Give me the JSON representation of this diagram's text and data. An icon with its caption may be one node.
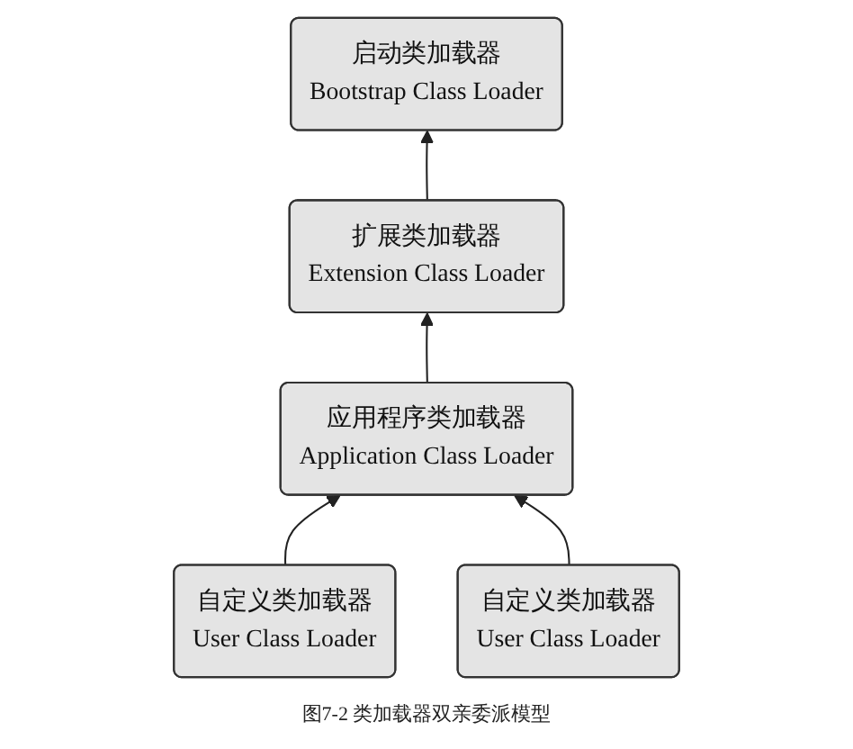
{
  "diagram": {
    "caption": "图7-2 类加载器双亲委派模型",
    "nodes": [
      {
        "text": [
          "启动类加载器",
          "Bootstrap Class Loader"
        ]
      },
      {
        "text": [
          "扩展类加载器",
          "Extension Class Loader"
        ]
      },
      {
        "text": [
          "应用程序类加载器",
          "Application Class Loader"
        ]
      },
      {
        "text": [
          "自定义类加载器",
          "User Class Loader"
        ]
      },
      {
        "text": [
          "自定义类加载器",
          "User Class Loader"
        ]
      }
    ],
    "edges": [
      {
        "from": 1,
        "to": 0,
        "arrow": "to"
      },
      {
        "from": 2,
        "to": 1,
        "arrow": "to"
      },
      {
        "from": 3,
        "to": 2,
        "arrow": "to"
      },
      {
        "from": 4,
        "to": 2,
        "arrow": "to"
      }
    ]
  }
}
